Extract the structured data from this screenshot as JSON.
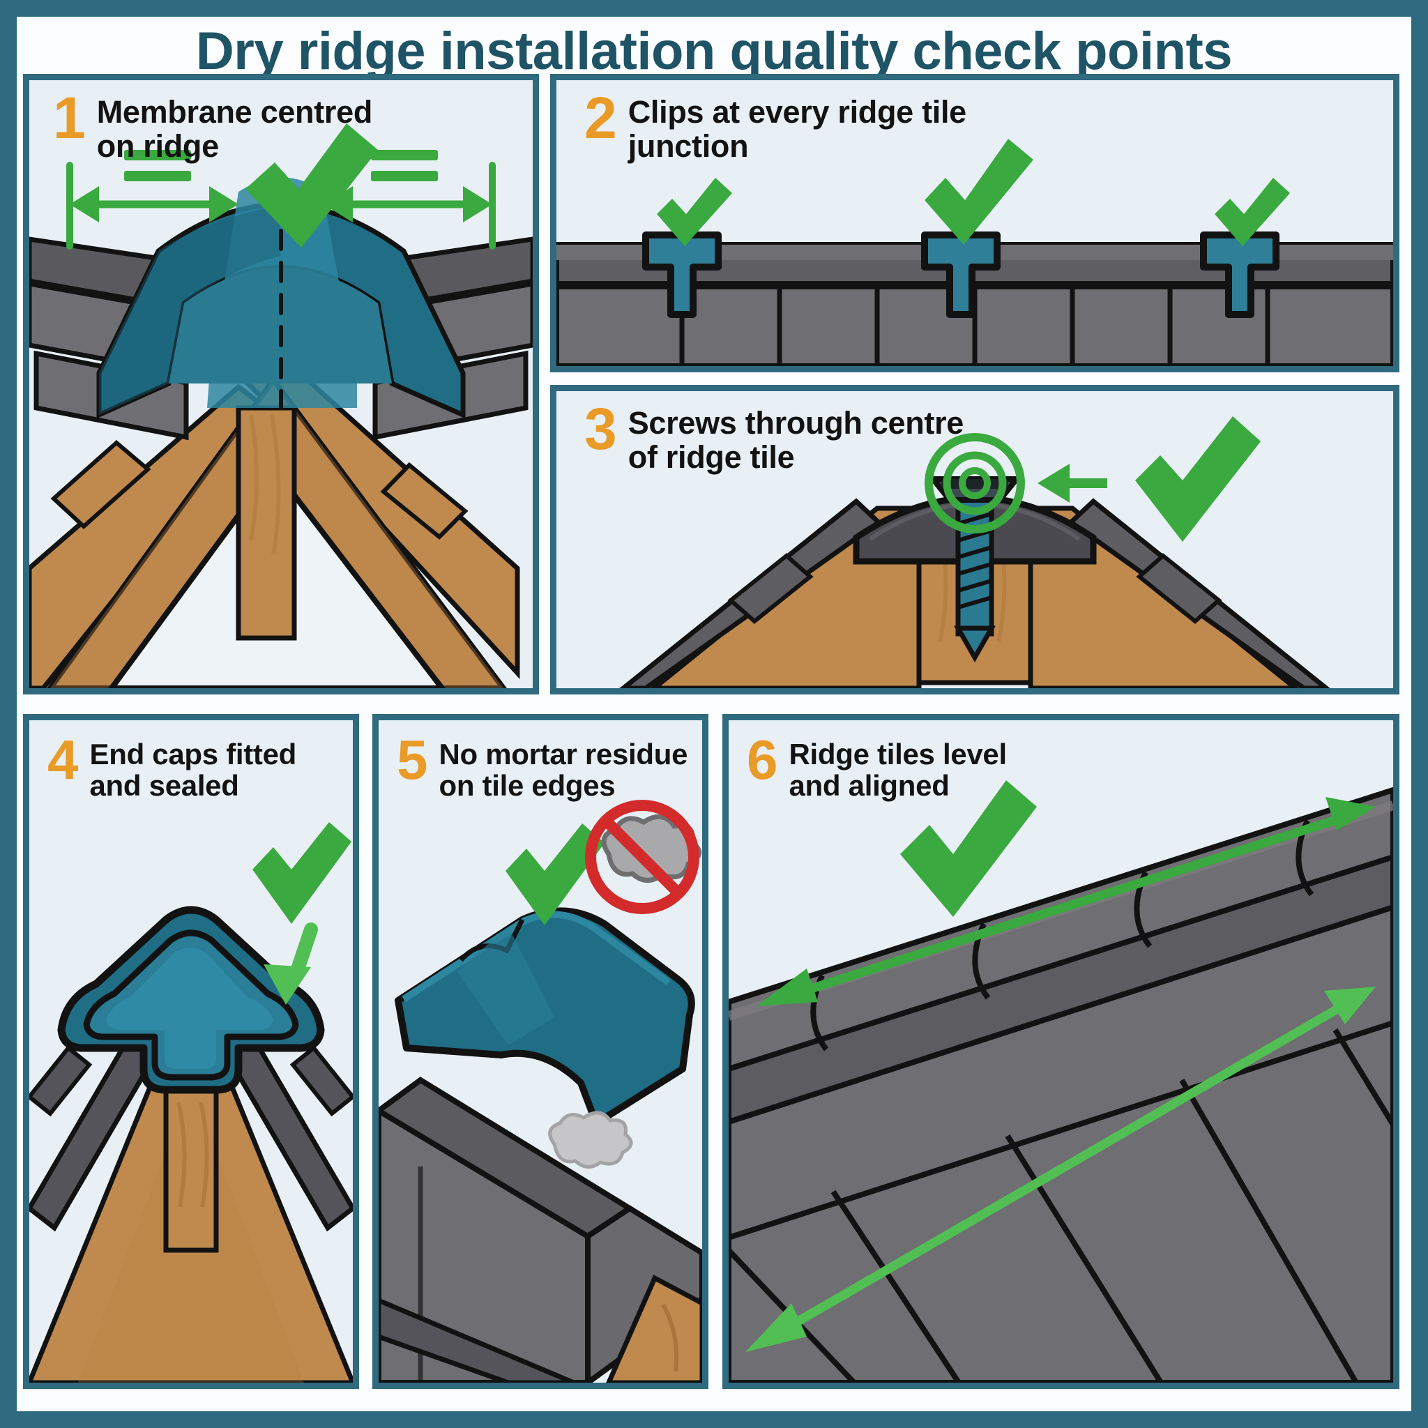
{
  "title": "Dry ridge installation quality check points",
  "theme": {
    "frame": "#2e6b80",
    "panel_border": "#2f6a7f",
    "panel_bg": "#e8eff4",
    "title_color": "#1f5366",
    "number_color": "#e99a27",
    "label_color": "#131313",
    "check_green": "#3aa93f",
    "arrow_green": "#45b04a",
    "prohibit_red": "#d32b2b",
    "membrane_teal": "#2a7b92",
    "tile_grey": "#6f6e72",
    "tile_grey_dark": "#545358",
    "timber_brown": "#c08a4e",
    "outline_black": "#121212",
    "mortar_grey": "#a9a9ab"
  },
  "panels": [
    {
      "number": "1",
      "label": "Membrane centred\non ridge",
      "icons": [
        "equals-mark",
        "equals-mark",
        "measure-arrow-left",
        "measure-arrow-right",
        "check-mark"
      ]
    },
    {
      "number": "2",
      "label": "Clips at every ridge tile\njunction",
      "icons": [
        "check-mark",
        "check-mark",
        "check-mark",
        "ridge-clip",
        "ridge-clip",
        "ridge-clip"
      ]
    },
    {
      "number": "3",
      "label": "Screws through centre\nof ridge tile",
      "icons": [
        "screw",
        "target-rings",
        "pointer-arrow-left",
        "check-mark"
      ]
    },
    {
      "number": "4",
      "label": "End caps fitted\nand sealed",
      "icons": [
        "end-cap",
        "down-arrow",
        "check-mark"
      ]
    },
    {
      "number": "5",
      "label": "No mortar residue\non tile edges",
      "icons": [
        "check-mark",
        "no-mortar-sign",
        "mortar-blob"
      ]
    },
    {
      "number": "6",
      "label": "Ridge tiles level\nand aligned",
      "icons": [
        "check-mark",
        "alignment-arrow",
        "alignment-arrow"
      ]
    }
  ]
}
